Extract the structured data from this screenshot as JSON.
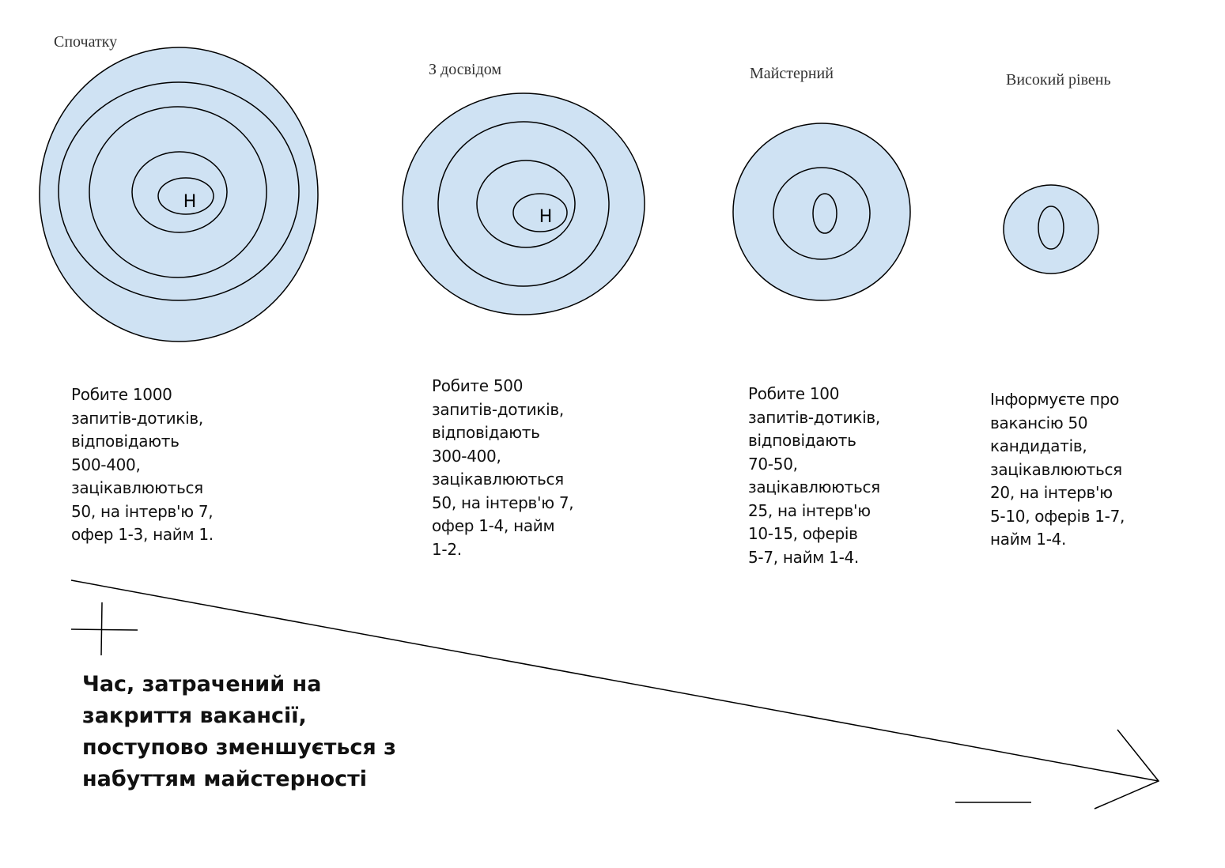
{
  "stages": [
    {
      "title": "Спочатку",
      "center_label": "Н",
      "description": "Робите 1000\nзапитів-дотиків,\nвідповідають\n500-400,\nзацікавлюються\n50, на інтерв'ю 7,\nофер 1-3, найм 1."
    },
    {
      "title": "З досвідом",
      "center_label": "Н",
      "description": "Робите 500\nзапитів-дотиків,\nвідповідають\n300-400,\nзацікавлюються\n50, на інтерв'ю 7,\nофер 1-4, найм\n1-2."
    },
    {
      "title": "Майстерний",
      "description": "Робите 100\nзапитів-дотиків,\nвідповідають\n70-50,\nзацікавлюються\n25, на інтерв'ю\n10-15, оферів\n5-7, найм 1-4."
    },
    {
      "title": "Високий рівень",
      "description": "Інформуєте про\nвакансію  50\nкандидатів,\nзацікавлюються\n20, на інтерв'ю\n5-10, оферів 1-7,\nнайм 1-4."
    }
  ],
  "trend": {
    "start_sign": "+",
    "end_sign": "—",
    "summary": "Час, затрачений на\nзакриття вакансії,\nпоступово зменшується з\nнабуттям майстерності"
  },
  "colors": {
    "fill": "#cfe2f3",
    "stroke": "#000000"
  }
}
